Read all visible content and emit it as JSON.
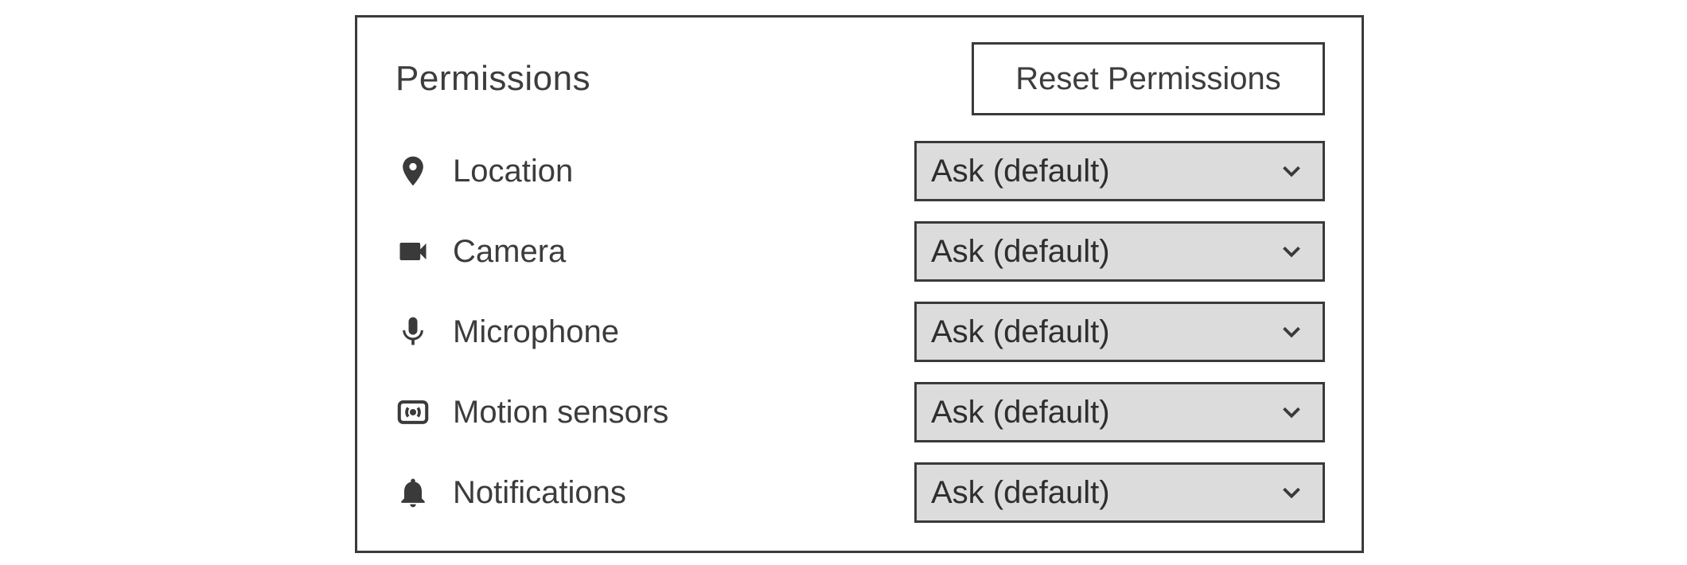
{
  "panel": {
    "title": "Permissions",
    "reset_button_label": "Reset Permissions"
  },
  "rows": [
    {
      "icon": "location-icon",
      "label": "Location",
      "value": "Ask (default)"
    },
    {
      "icon": "camera-icon",
      "label": "Camera",
      "value": "Ask (default)"
    },
    {
      "icon": "microphone-icon",
      "label": "Microphone",
      "value": "Ask (default)"
    },
    {
      "icon": "motion-sensors-icon",
      "label": "Motion sensors",
      "value": "Ask (default)"
    },
    {
      "icon": "notifications-icon",
      "label": "Notifications",
      "value": "Ask (default)"
    }
  ],
  "colors": {
    "border": "#3a3a3a",
    "text": "#3c3c3c",
    "select_background": "#dcdcdc"
  }
}
